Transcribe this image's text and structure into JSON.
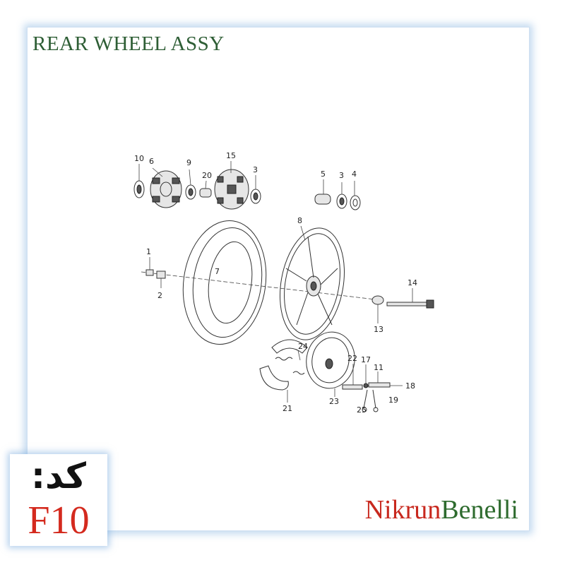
{
  "title": "REAR WHEEL ASSY",
  "code_label": "کد:",
  "code_value": "F10",
  "brand": {
    "part1": "Nikrun",
    "part2": "Benelli"
  },
  "callouts": [
    "10",
    "6",
    "9",
    "20",
    "15",
    "3",
    "5",
    "3",
    "4",
    "8",
    "1",
    "7",
    "2",
    "14",
    "13",
    "24",
    "22",
    "17",
    "11",
    "18",
    "23",
    "25",
    "19",
    "21"
  ]
}
